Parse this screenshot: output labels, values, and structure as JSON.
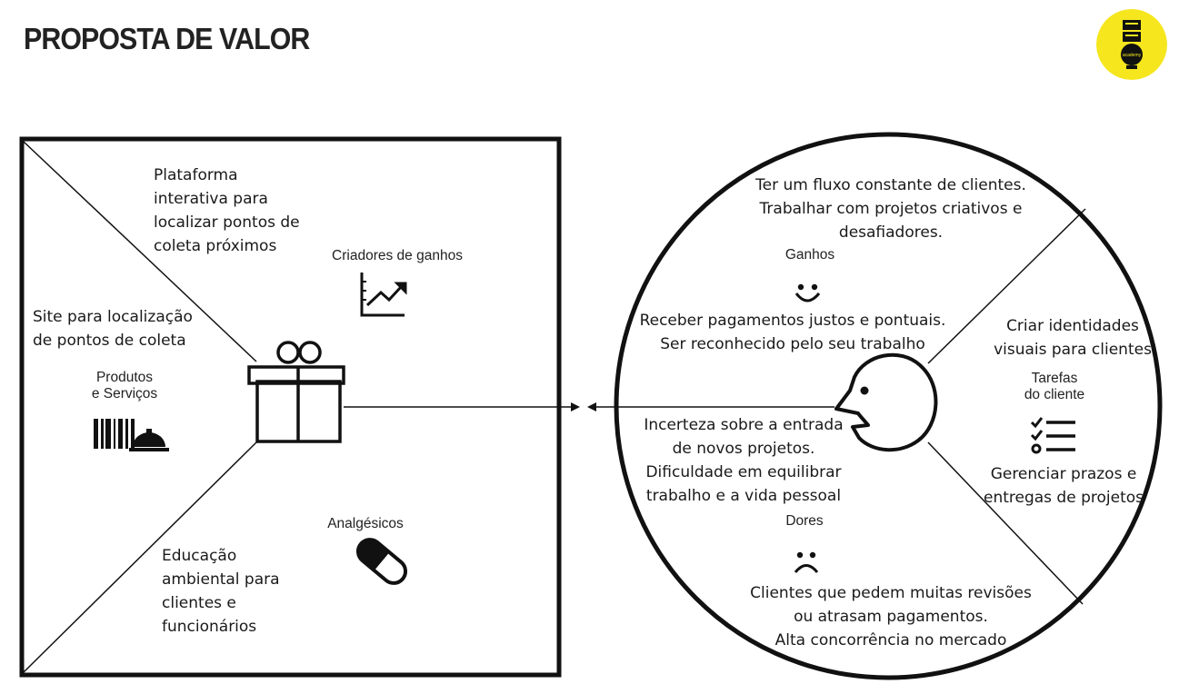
{
  "title": "PROPOSTA DE VALOR",
  "logo": {
    "text": "academy",
    "color": "#f5e61e"
  },
  "product_map": {
    "gain_creators": {
      "label": "Criadores de ganhos",
      "text": [
        "Plataforma",
        "interativa para",
        "localizar pontos de",
        "coleta próximos"
      ],
      "icon": "chart-trend-icon"
    },
    "products": {
      "label": [
        "Produtos",
        "e Serviços"
      ],
      "text": [
        "Site para localização",
        "de pontos de coleta"
      ],
      "icon": "barcode-bell-icon"
    },
    "pain_relievers": {
      "label": "Analgésicos",
      "text": [
        "Educação",
        "ambiental para",
        "clientes e",
        "funcionários"
      ],
      "icon": "pill-icon"
    },
    "center_icon": "gift-icon"
  },
  "customer_profile": {
    "gains": {
      "label": "Ganhos",
      "text_top": [
        "Ter um fluxo constante de clientes.",
        "Trabalhar com projetos criativos e",
        "desafiadores."
      ],
      "text_bottom": [
        "Receber pagamentos justos e pontuais.",
        "Ser reconhecido pelo seu trabalho"
      ],
      "icon": "smile-icon"
    },
    "jobs": {
      "label": [
        "Tarefas",
        "do cliente"
      ],
      "text_top": [
        "Criar identidades",
        "visuais para clientes"
      ],
      "text_bottom": [
        "Gerenciar prazos e",
        "entregas de projetos"
      ],
      "icon": "checklist-icon"
    },
    "pains": {
      "label": "Dores",
      "text_top": [
        "Incerteza sobre a entrada",
        "de novos projetos.",
        "Dificuldade em equilibrar",
        "trabalho e a vida pessoal"
      ],
      "text_bottom": [
        "Clientes que pedem muitas revisões",
        "ou atrasam pagamentos.",
        "Alta concorrência no mercado"
      ],
      "icon": "frown-icon"
    },
    "center_icon": "face-profile-icon"
  }
}
